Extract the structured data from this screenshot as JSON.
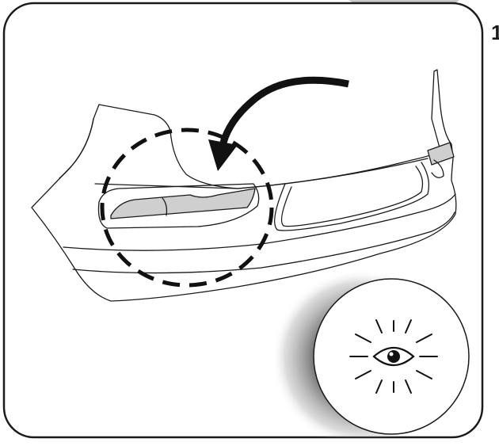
{
  "step": {
    "number": "1"
  },
  "illustration": {
    "subject": "rear-bumper-reflector",
    "icons": [
      "curved-arrow-icon",
      "dashed-circle-highlight",
      "eye-icon"
    ]
  },
  "colors": {
    "line": "#1a1a1a",
    "part_fill": "#ffffff",
    "reflector_fill": "#cfcfcf",
    "shadow": "#555555"
  }
}
